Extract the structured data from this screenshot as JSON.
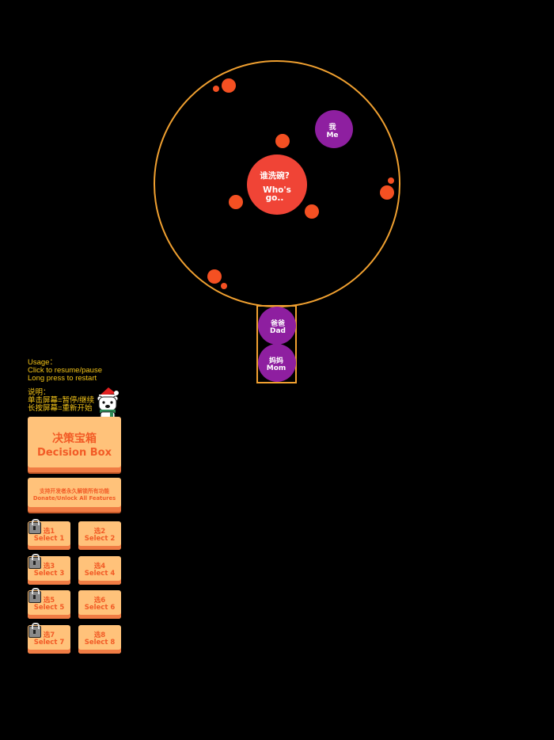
{
  "center_ball": {
    "title": "谁洗碗?",
    "subtitle_line1": "Who's",
    "subtitle_line2": "go..",
    "color": "#f04436"
  },
  "outer_balls": [
    {
      "zh": "我",
      "en": "Me",
      "color": "#8e1fa0"
    }
  ],
  "chute_balls": [
    {
      "zh": "爸爸",
      "en": "Dad",
      "color": "#8e1fa0"
    },
    {
      "zh": "妈妈",
      "en": "Mom",
      "color": "#8e1fa0"
    }
  ],
  "colors": {
    "ring": "#f0a030",
    "small_ball": "#f45022",
    "accent_text": "#f5c518",
    "button": "#ffc27a",
    "button_text": "#f25b26"
  },
  "usage": {
    "line1": "Usage：",
    "line2": "Click to resume/pause",
    "line3": "Long press to restart",
    "line4": "说明：",
    "line5": "单击屏幕=暂停/继续",
    "line6": "长按屏幕=重新开始"
  },
  "mascot": {
    "icon": "polar-bear-santa-icon"
  },
  "decision_box": {
    "zh": "决策宝箱",
    "en": "Decision Box"
  },
  "donate": {
    "zh": "支持开发者永久解锁所有功能",
    "en": "Donate/Unlock All Features"
  },
  "selects": [
    {
      "zh": "选1",
      "en": "Select 1",
      "locked": true
    },
    {
      "zh": "选2",
      "en": "Select 2",
      "locked": false
    },
    {
      "zh": "选3",
      "en": "Select 3",
      "locked": true
    },
    {
      "zh": "选4",
      "en": "Select 4",
      "locked": false
    },
    {
      "zh": "选5",
      "en": "Select 5",
      "locked": true
    },
    {
      "zh": "选6",
      "en": "Select 6",
      "locked": false
    },
    {
      "zh": "选7",
      "en": "Select 7",
      "locked": true
    },
    {
      "zh": "选8",
      "en": "Select 8",
      "locked": false
    }
  ]
}
